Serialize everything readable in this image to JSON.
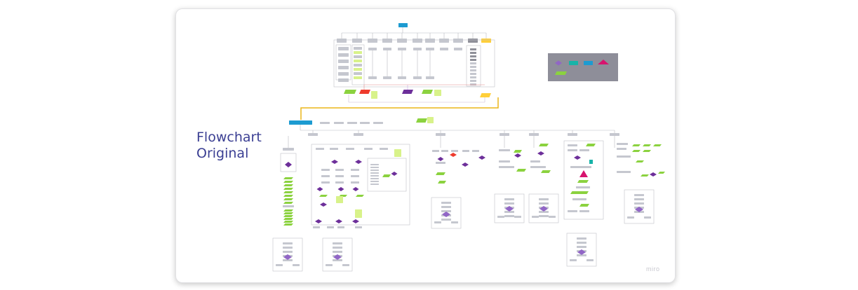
{
  "board": {
    "title_line1": "Flowchart",
    "title_line2": "Original",
    "watermark": "miro"
  },
  "colors": {
    "box": "#c5c7cf",
    "box_dark": "#8f9099",
    "cyan": "#1d9bd1",
    "teal": "#17b3a8",
    "purple": "#6d2f9a",
    "lilac": "#9166c6",
    "green": "#8bd23f",
    "pale_green": "#d8f28a",
    "yellow": "#ffcf3a",
    "gold": "#ebb518",
    "red": "#ee3b2d",
    "magenta": "#d7136e",
    "legend_bg": "#8e8e99",
    "line": "#b8bac2"
  },
  "icons": {
    "legend_shapes": [
      "diamond-icon",
      "rounded-rect-icon",
      "rect-icon",
      "triangle-icon",
      "parallelogram-icon"
    ]
  }
}
